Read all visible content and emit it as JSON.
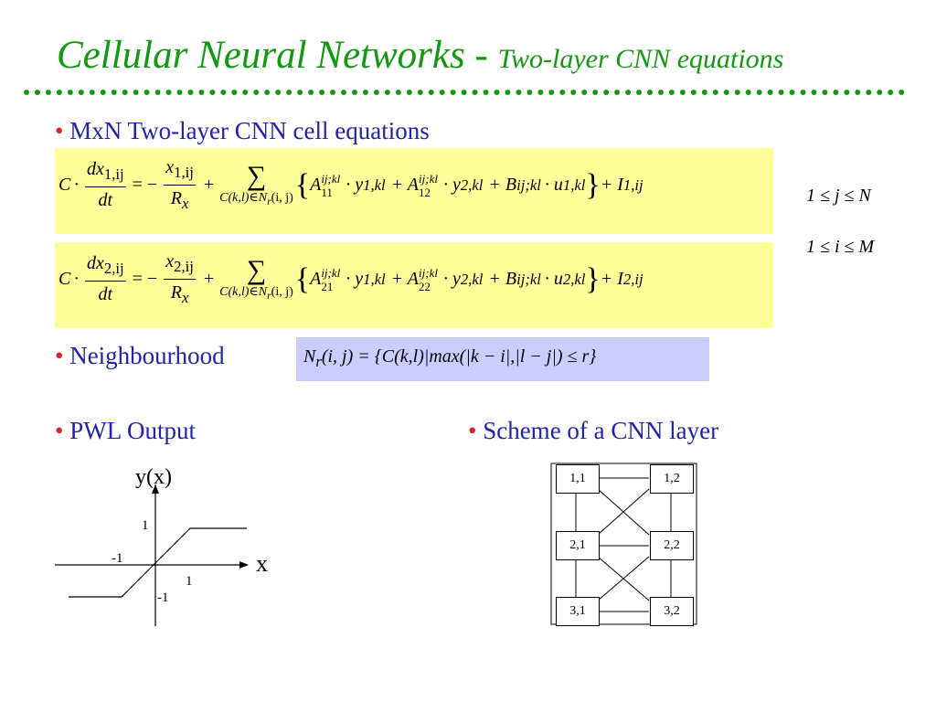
{
  "title": {
    "main": "Cellular Neural Networks - ",
    "sub": "Two-layer CNN equations"
  },
  "bullets": {
    "cell_equations": "MxN Two-layer CNN cell equations",
    "neighbourhood": "Neighbourhood",
    "pwl_output": "PWL Output",
    "scheme": "Scheme of a CNN layer",
    "marker": "•"
  },
  "equations": {
    "eq1": {
      "lhs_C": "C",
      "dot": "·",
      "num_d": "dx",
      "num_sub": "1,ij",
      "den": "dt",
      "eq_minus": "= −",
      "x_num": "x",
      "x_sub": "1,ij",
      "R": "R",
      "R_sub": "x",
      "plus": "+",
      "sum": "∑",
      "sum_under": "C(k,l)∈N",
      "sum_under_r": "r",
      "sum_under_end": "(i, j)",
      "brace_open": "{",
      "A1": "A",
      "A1_sup": "ij;kl",
      "A1_sub": "11",
      "y1": "· y",
      "y1_sub": "1,kl",
      "plusA2": "+ A",
      "A2_sup": "ij;kl",
      "A2_sub": "12",
      "y2": "· y",
      "y2_sub": "2,kl",
      "plusB": "+ B",
      "B_sub": "ij;kl",
      "u": "· u",
      "u_sub": "1,kl",
      "brace_close": "}",
      "plusI": "+ I",
      "I_sub": "1,ij"
    },
    "eq2": {
      "lhs_C": "C",
      "dot": "·",
      "num_d": "dx",
      "num_sub": "2,ij",
      "den": "dt",
      "eq_minus": "= −",
      "x_num": "x",
      "x_sub": "2,ij",
      "R": "R",
      "R_sub": "x",
      "plus": "+",
      "sum": "∑",
      "sum_under": "C(k,l)∈N",
      "sum_under_r": "r",
      "sum_under_end": "(i, j)",
      "brace_open": "{",
      "A1": "A",
      "A1_sup": "ij;kl",
      "A1_sub": "21",
      "y1": "· y",
      "y1_sub": "1,kl",
      "plusA2": "+ A",
      "A2_sup": "ij;kl",
      "A2_sub": "22",
      "y2": "· y",
      "y2_sub": "2,kl",
      "plusB": "+ B",
      "B_sub": "ij;kl",
      "u": "· u",
      "u_sub": "2,kl",
      "brace_close": "}",
      "plusI": "+ I",
      "I_sub": "2,ij"
    },
    "range_j": "1 ≤ j ≤ N",
    "range_i": "1 ≤ i ≤ M",
    "neighbourhood": {
      "N": "N",
      "r": "r",
      "rest": "(i, j) = {C(k,l)|max(|k − i|,|l − j|) ≤ r}"
    }
  },
  "pwl_plot": {
    "y_label": "y(x)",
    "x_label": "x",
    "tick_y_pos": "1",
    "tick_x_neg": "-1",
    "tick_x_pos": "1",
    "tick_y_neg": "-1"
  },
  "scheme": {
    "cells": [
      "1,1",
      "1,2",
      "2,1",
      "2,2",
      "3,1",
      "3,2"
    ]
  }
}
